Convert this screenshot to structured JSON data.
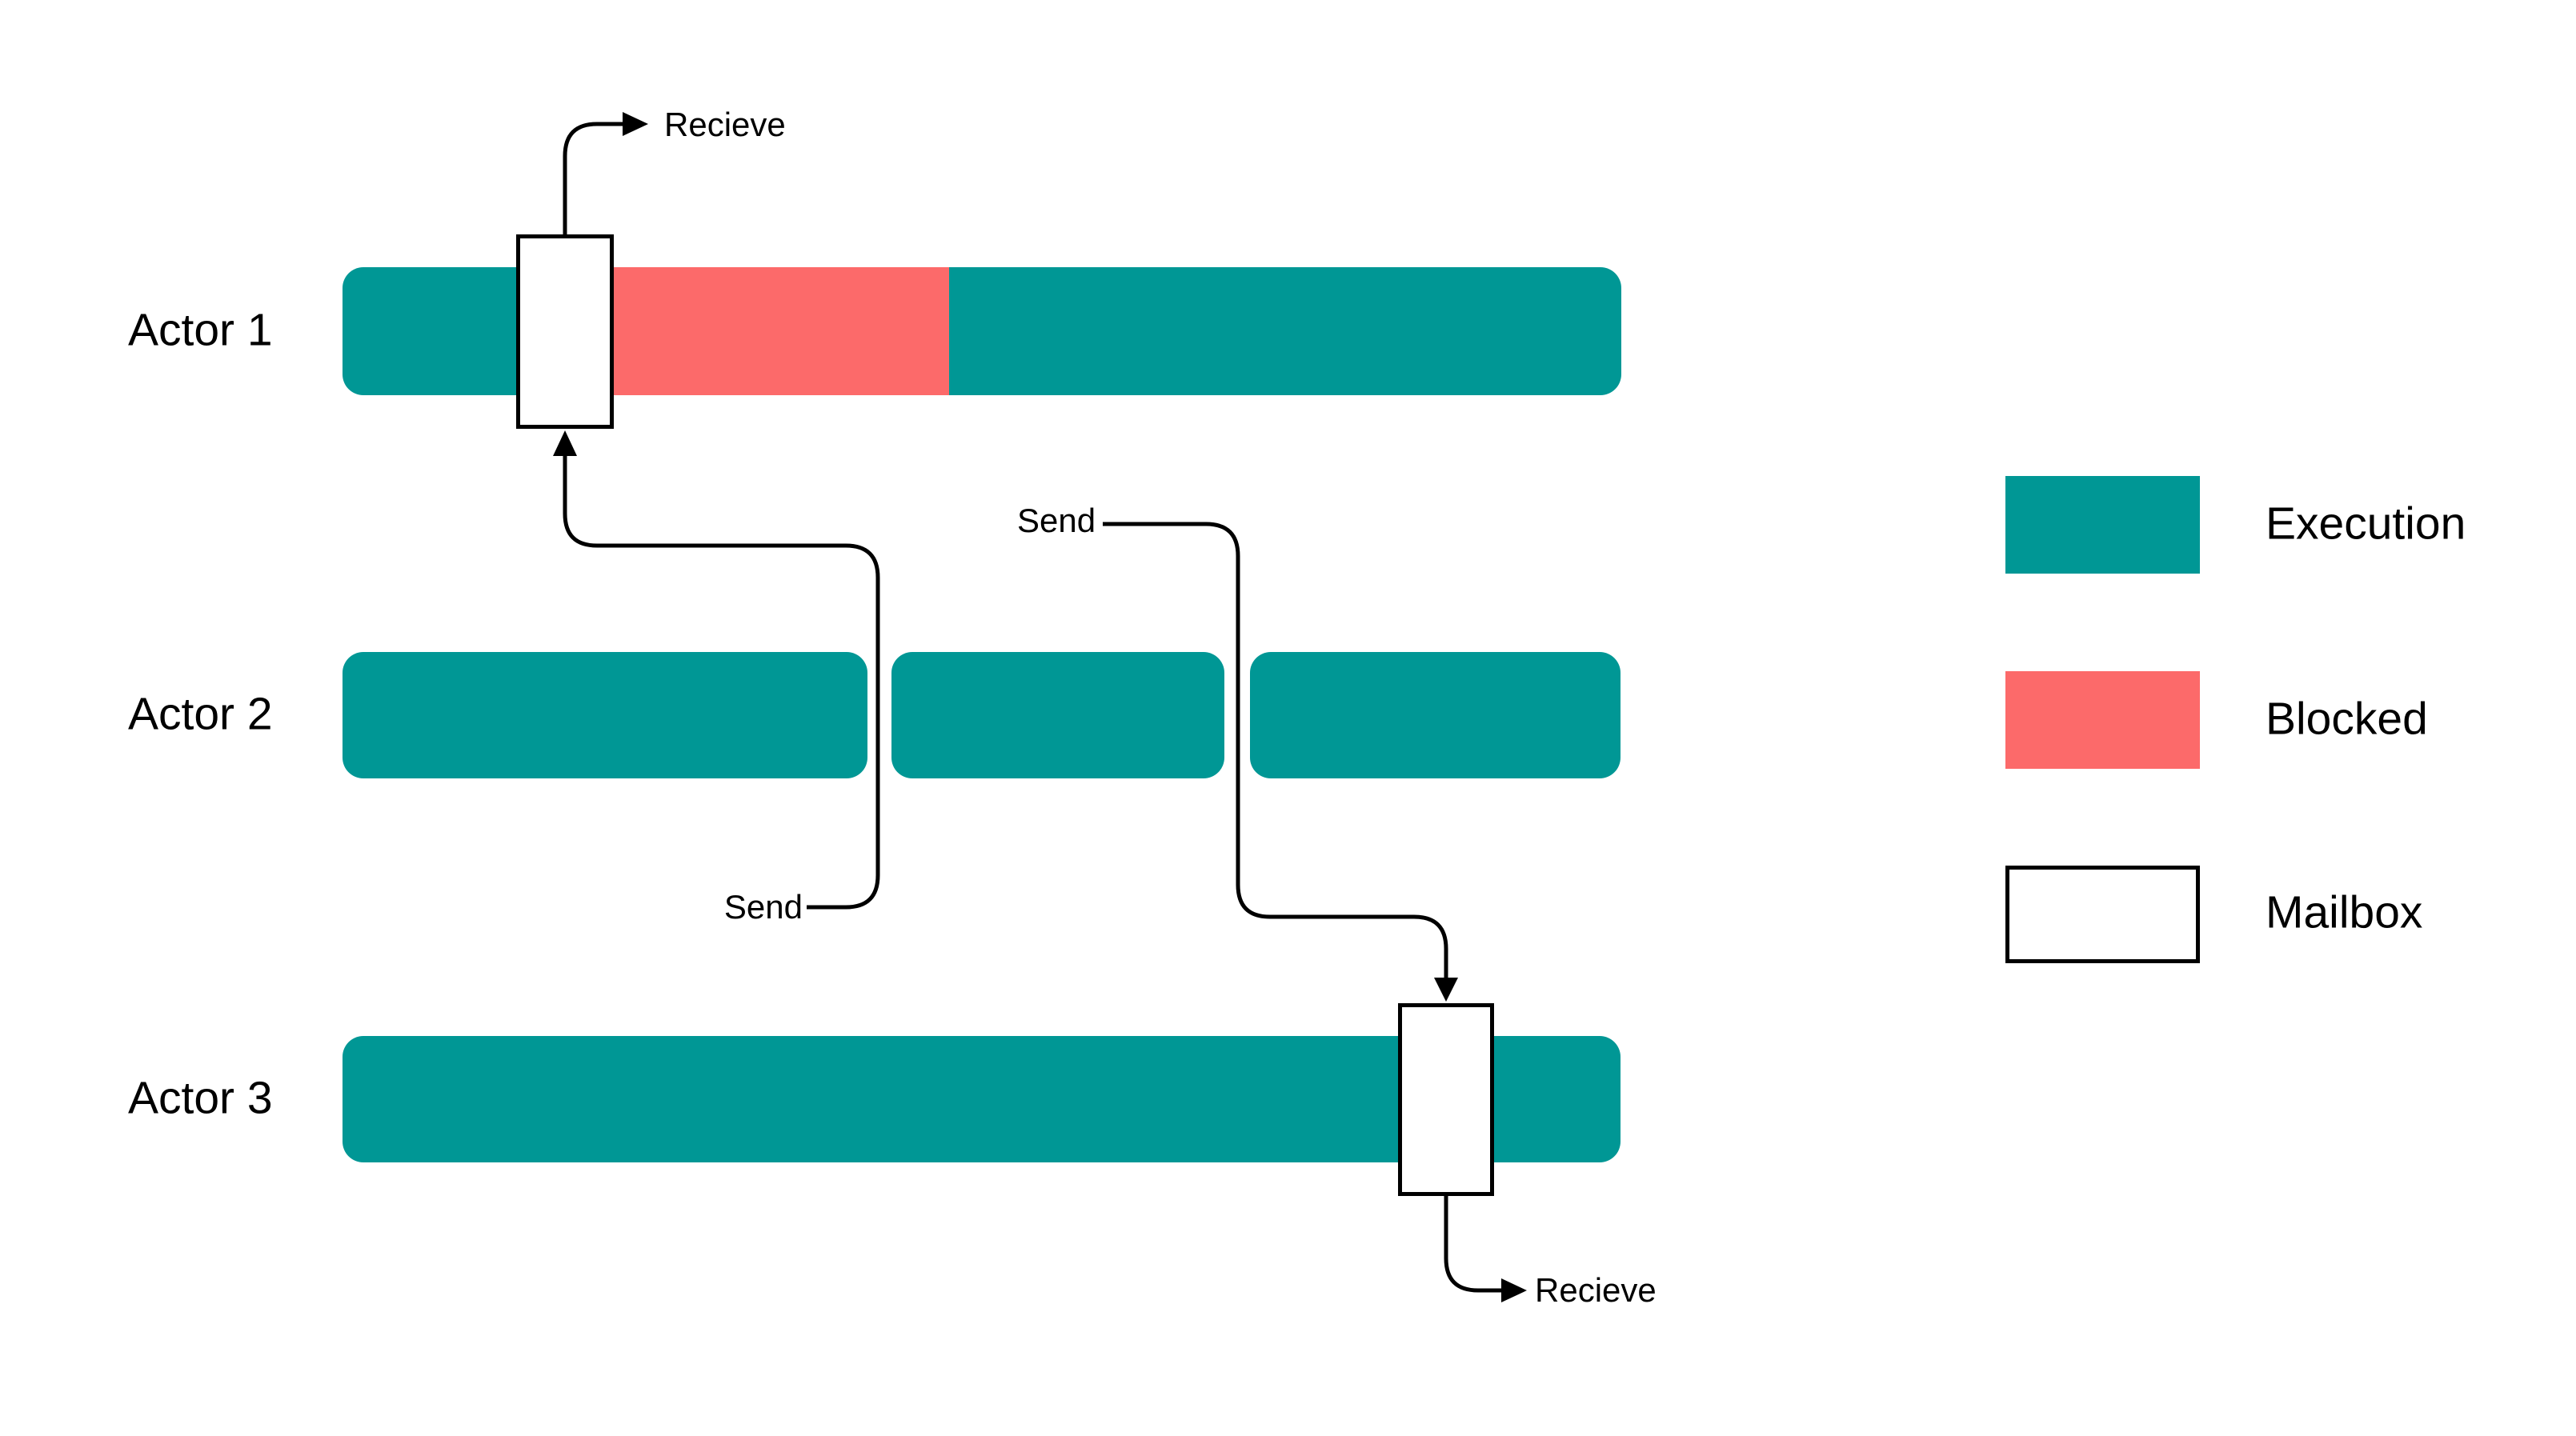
{
  "colors": {
    "execution": "#009795",
    "blocked": "#FC6A6A",
    "mailbox_fill": "#FFFFFF",
    "line": "#000000"
  },
  "actors": [
    {
      "label": "Actor 1"
    },
    {
      "label": "Actor 2"
    },
    {
      "label": "Actor 3"
    }
  ],
  "annotations": {
    "receive_top": "Recieve",
    "send_to_actor1": "Send",
    "send_to_actor3": "Send",
    "receive_bottom": "Recieve"
  },
  "legend": [
    {
      "label": "Execution"
    },
    {
      "label": "Blocked"
    },
    {
      "label": "Mailbox"
    }
  ]
}
